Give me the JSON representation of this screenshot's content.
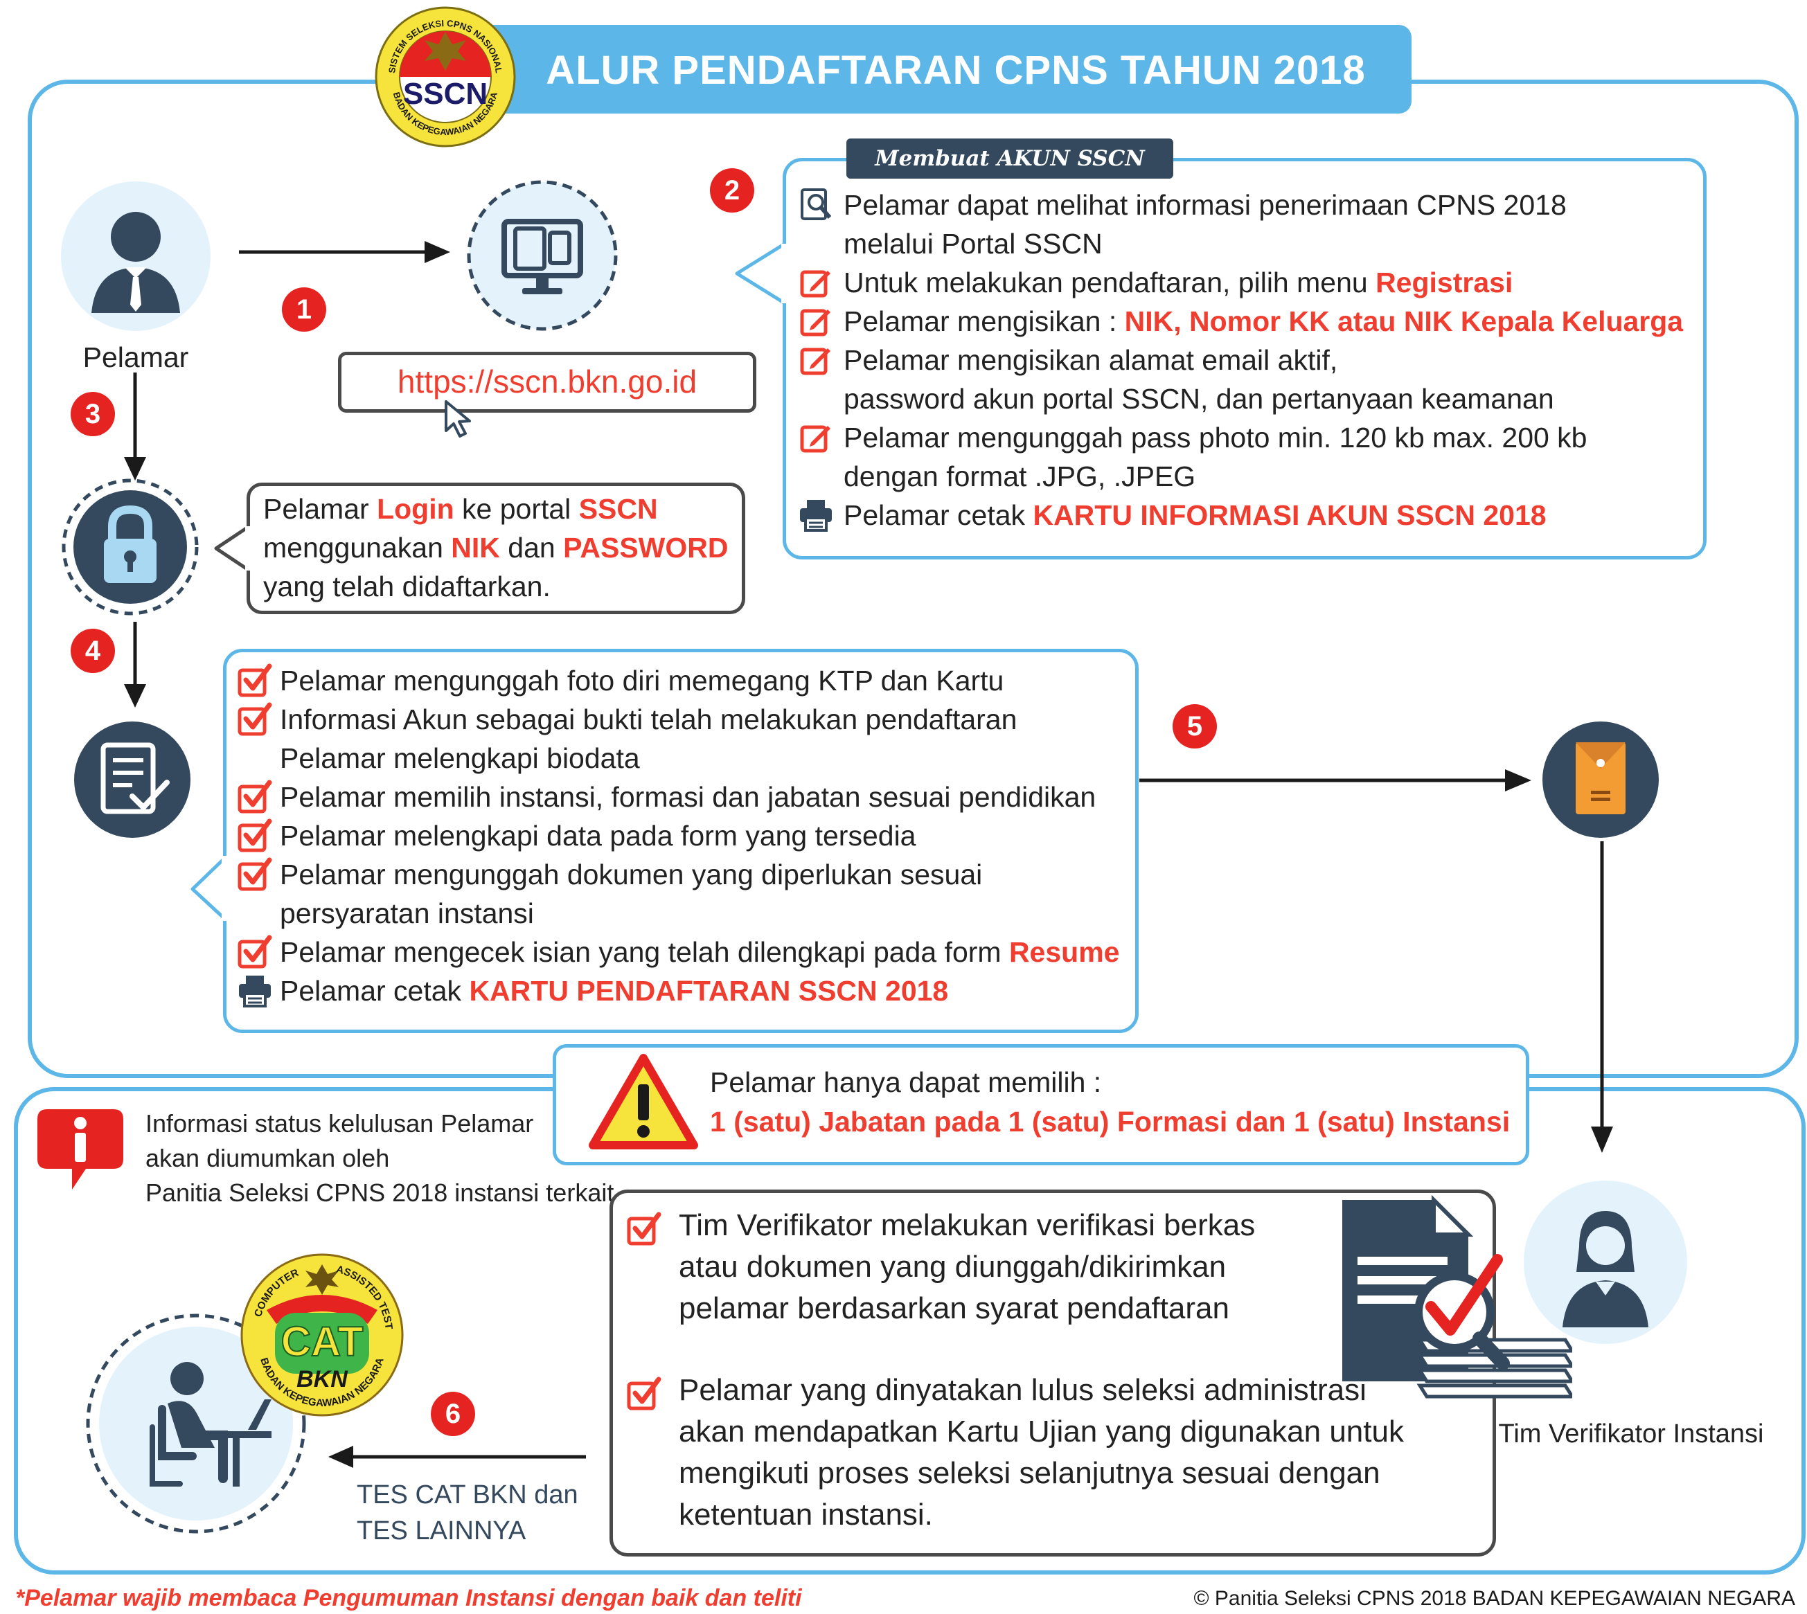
{
  "header": {
    "title": "ALUR PENDAFTARAN CPNS TAHUN 2018",
    "logo": {
      "arc_text": "SISTEM SELEKSI CPNS NASIONAL",
      "center": "SSCN",
      "bottom": "BADAN KEPEGAWAIAN NEGARA"
    }
  },
  "steps": [
    "1",
    "2",
    "3",
    "4",
    "5",
    "6"
  ],
  "applicant": {
    "label": "Pelamar"
  },
  "url": {
    "text": "https://sscn.bkn.go.id"
  },
  "account_box": {
    "title": "Membuat AKUN SSCN 2018",
    "items": [
      {
        "icon": "search-icon",
        "l1": "Pelamar dapat melihat informasi penerimaan CPNS 2018",
        "l2": "melalui Portal SSCN"
      },
      {
        "icon": "edit-icon",
        "text": "Untuk melakukan pendaftaran, pilih menu ",
        "hl": "Registrasi"
      },
      {
        "icon": "edit-icon",
        "text": "Pelamar mengisikan  : ",
        "hl": "NIK, Nomor KK atau NIK Kepala Keluarga"
      },
      {
        "icon": "edit-icon",
        "l1": "Pelamar mengisikan alamat  email aktif,",
        "l2": "password akun portal SSCN, dan pertanyaan keamanan"
      },
      {
        "icon": "edit-icon",
        "l1": "Pelamar mengunggah pass photo min. 120 kb max. 200 kb",
        "l2": "dengan format .JPG, .JPEG"
      },
      {
        "icon": "printer-icon",
        "text": "Pelamar cetak ",
        "hl": "KARTU INFORMASI AKUN SSCN 2018"
      }
    ]
  },
  "login_box": {
    "t1": "Pelamar ",
    "h1": "Login",
    "t2": " ke portal ",
    "h2": "SSCN",
    "t3": "menggunakan ",
    "h3": "NIK",
    "t4": " dan ",
    "h4": "PASSWORD",
    "t5": "yang telah didaftarkan."
  },
  "registration_box": {
    "items": [
      {
        "icon": "check",
        "text": "Pelamar mengunggah foto diri memegang KTP dan Kartu"
      },
      {
        "icon": "check",
        "text": "Informasi Akun sebagai bukti telah melakukan pendaftaran"
      },
      {
        "icon": "none",
        "text": "Pelamar melengkapi biodata"
      },
      {
        "icon": "check",
        "text": "Pelamar memilih instansi, formasi dan jabatan sesuai pendidikan"
      },
      {
        "icon": "check",
        "text": "Pelamar melengkapi data pada form yang tersedia"
      },
      {
        "icon": "check",
        "text": "Pelamar mengunggah dokumen yang diperlukan sesuai"
      },
      {
        "icon": "none",
        "text": "persyaratan instansi"
      },
      {
        "icon": "check",
        "text": "Pelamar mengecek isian yang telah dilengkapi pada form ",
        "hl": "Resume"
      },
      {
        "icon": "printer",
        "text": "Pelamar cetak ",
        "hl": "KARTU PENDAFTARAN SSCN 2018"
      }
    ]
  },
  "warning": {
    "l1": "Pelamar hanya dapat memilih :",
    "l2": "1 (satu)  Jabatan pada 1 (satu) Formasi dan 1 (satu) Instansi"
  },
  "info": {
    "l1": "Informasi status kelulusan Pelamar",
    "l2": "akan diumumkan oleh",
    "l3": "Panitia Seleksi CPNS 2018 instansi terkait"
  },
  "verif_box": {
    "item1": [
      "Tim Verifikator melakukan verifikasi berkas",
      "atau dokumen yang diunggah/dikirimkan",
      "pelamar berdasarkan syarat pendaftaran"
    ],
    "item2": [
      "Pelamar yang dinyatakan lulus seleksi administrasi",
      "akan mendapatkan Kartu Ujian yang digunakan untuk",
      "mengikuti proses seleksi selanjutnya sesuai dengan",
      "ketentuan instansi."
    ]
  },
  "verifier": {
    "label": "Tim Verifikator Instansi"
  },
  "cat_logo": {
    "top": "COMPUTER",
    "top2": "ASSISTED TEST",
    "main": "CAT",
    "sub": "BKN",
    "bottom": "BADAN KEPEGAWAIAN NEGARA"
  },
  "test": {
    "l1": "TES CAT BKN dan",
    "l2": "TES LAINNYA"
  },
  "footer": {
    "note": "*Pelamar wajib membaca Pengumuman Instansi dengan baik dan teliti",
    "copyright": "© Panitia Seleksi CPNS 2018 BADAN KEPEGAWAIAN NEGARA"
  },
  "colors": {
    "frame": "#5cb7e8",
    "accent_red": "#ef3e2f",
    "dark_icon": "#34495e",
    "icon_bg": "#e4f3fb"
  }
}
